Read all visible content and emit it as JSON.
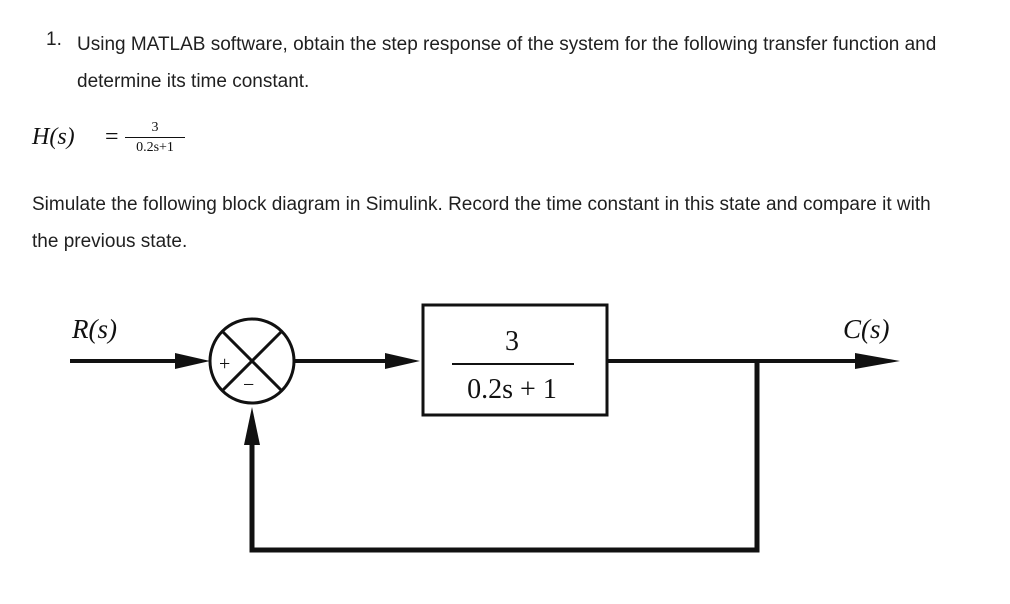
{
  "question": {
    "number": "1.",
    "text": "Using MATLAB software, obtain the step response of the system for the following transfer function and determine its time constant."
  },
  "equation": {
    "lhs": "H(s)",
    "equals": "=",
    "numerator": "3",
    "denominator": "0.2s+1"
  },
  "instructions": "Simulate the following block diagram in Simulink. Record the time constant in this state and compare it with the previous state.",
  "diagram": {
    "input_label": "R(s)",
    "output_label": "C(s)",
    "summing_junction": {
      "plus": "+",
      "minus": "−"
    },
    "block": {
      "numerator": "3",
      "denominator": "0.2s + 1"
    }
  }
}
